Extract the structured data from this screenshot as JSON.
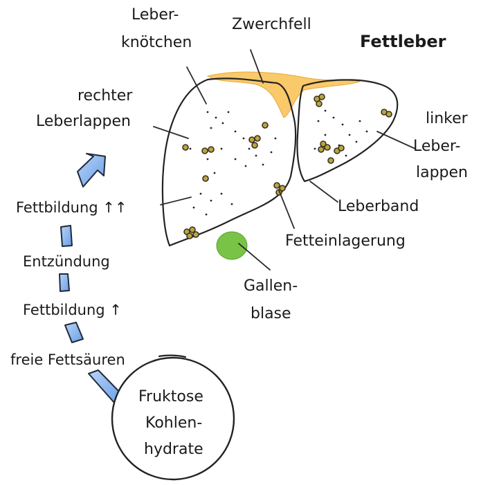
{
  "title": "Fettleber",
  "labels": {
    "leberknoetchen_1": "Leber-",
    "leberknoetchen_2": "knötchen",
    "zwerchfell": "Zwerchfell",
    "rechter_1": "rechter",
    "rechter_2": "Leberlappen",
    "linker_1": "linker",
    "linker_2": "Leber-",
    "linker_3": "lappen",
    "leberband": "Leberband",
    "fetteinlagerung": "Fetteinlagerung",
    "gallen_1": "Gallen-",
    "gallen_2": "blase"
  },
  "cycle": {
    "step1": "freie Fettsäuren",
    "step2": "Fettbildung ↑",
    "step3": "Entzündung",
    "step4": "Fettbildung ↑↑"
  },
  "circle": {
    "line1": "Fruktose",
    "line2": "Kohlen-",
    "line3": "hydrate"
  },
  "colors": {
    "liver": "#5e4e45",
    "diaphragm": "#f9c96a",
    "gallbladder": "#79c447",
    "fat": "#b8a640",
    "arrow": "#8fb8f0"
  }
}
